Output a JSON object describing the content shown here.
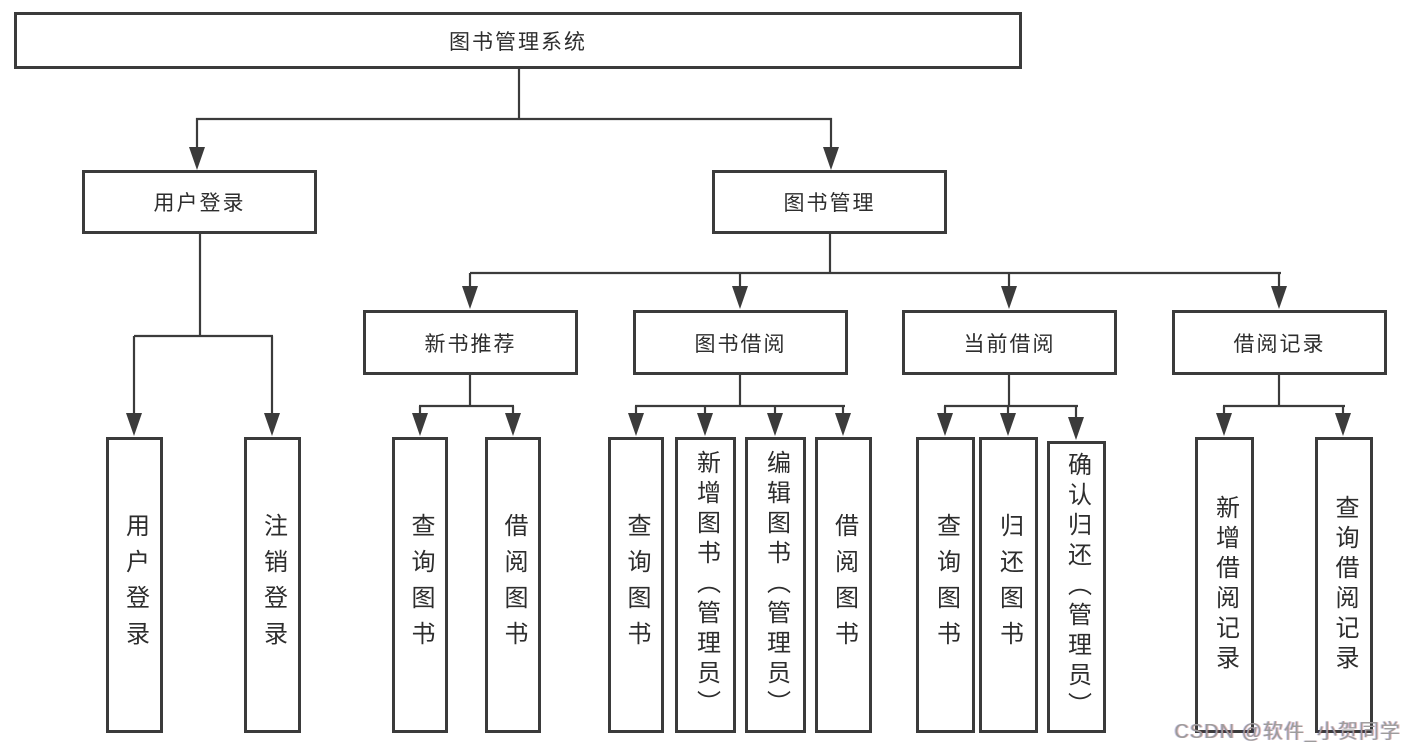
{
  "diagram_title": "图书管理系统",
  "tree": {
    "root": {
      "label": "图书管理系统",
      "children": [
        {
          "label": "用户登录",
          "children": [
            {
              "label": "用户登录"
            },
            {
              "label": "注销登录"
            }
          ]
        },
        {
          "label": "图书管理",
          "children": [
            {
              "label": "新书推荐",
              "children": [
                {
                  "label": "查询图书"
                },
                {
                  "label": "借阅图书"
                }
              ]
            },
            {
              "label": "图书借阅",
              "children": [
                {
                  "label": "查询图书"
                },
                {
                  "label": "新增图书（管理员）"
                },
                {
                  "label": "编辑图书（管理员）"
                },
                {
                  "label": "借阅图书"
                }
              ]
            },
            {
              "label": "当前借阅",
              "children": [
                {
                  "label": "查询图书"
                },
                {
                  "label": "归还图书"
                },
                {
                  "label": "确认归还（管理员）"
                }
              ]
            },
            {
              "label": "借阅记录",
              "children": [
                {
                  "label": "新增借阅记录"
                },
                {
                  "label": "查询借阅记录"
                }
              ]
            }
          ]
        }
      ]
    }
  },
  "watermark": "CSDN @软件_小贺同学",
  "colors": {
    "line": "#3b3b3b",
    "text": "#2d2d2d",
    "background": "#ffffff",
    "watermark": "#9c9c9c"
  }
}
